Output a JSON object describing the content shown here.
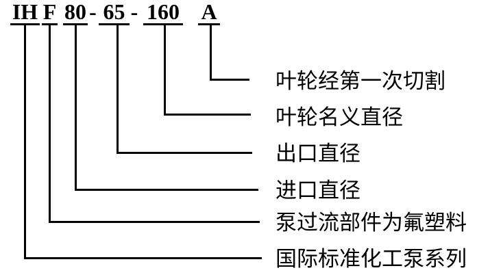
{
  "diagram_title": "pump model designation explanation",
  "code": {
    "segments": [
      "IH",
      "F",
      "80",
      "-",
      "65",
      "-",
      "160",
      "A"
    ],
    "full": "IH F 80 - 65 - 160 A"
  },
  "annotations": [
    {
      "code_part": "A",
      "label": "叶轮经第一次切割"
    },
    {
      "code_part": "160",
      "label": "叶轮名义直径"
    },
    {
      "code_part": "65",
      "label": "出口直径"
    },
    {
      "code_part": "80",
      "label": "进口直径"
    },
    {
      "code_part": "F",
      "label": "泵过流部件为氟塑料"
    },
    {
      "code_part": "IH",
      "label": "国际标准化工泵系列"
    }
  ],
  "colors": {
    "background": "#ffffff",
    "line": "#000000",
    "text": "#000000"
  }
}
